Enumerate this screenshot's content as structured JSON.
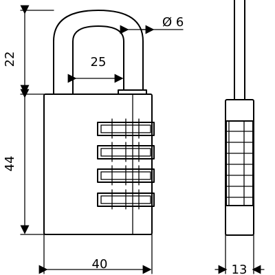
{
  "dimensions": {
    "shackle_height": "22",
    "body_height": "44",
    "inner_width": "25",
    "shackle_diameter": "Ø 6",
    "body_width": "40",
    "body_depth": "13"
  }
}
